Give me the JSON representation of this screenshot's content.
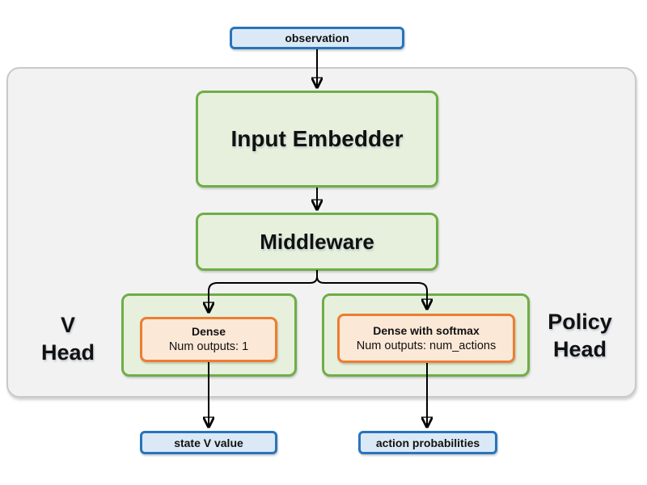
{
  "diagram": {
    "observation_label": "observation",
    "input_embedder_label": "Input Embedder",
    "middleware_label": "Middleware",
    "v_head": {
      "label_line1": "V",
      "label_line2": "Head",
      "dense_title": "Dense",
      "dense_subtitle": "Num outputs: 1",
      "output_label": "state V value"
    },
    "policy_head": {
      "label_line1": "Policy",
      "label_line2": "Head",
      "dense_title": "Dense with softmax",
      "dense_subtitle": "Num outputs: num_actions",
      "output_label": "action probabilities"
    }
  },
  "colors": {
    "io-fill": "#dbe9f6",
    "io-border": "#2874bd",
    "block-fill": "#e6f0dd",
    "block-border": "#70ad47",
    "layer-fill": "#fce8d7",
    "layer-border": "#ed7d31",
    "container-fill": "#f2f2f2",
    "container-border": "#c9c9c9",
    "arrow": "#000000"
  }
}
